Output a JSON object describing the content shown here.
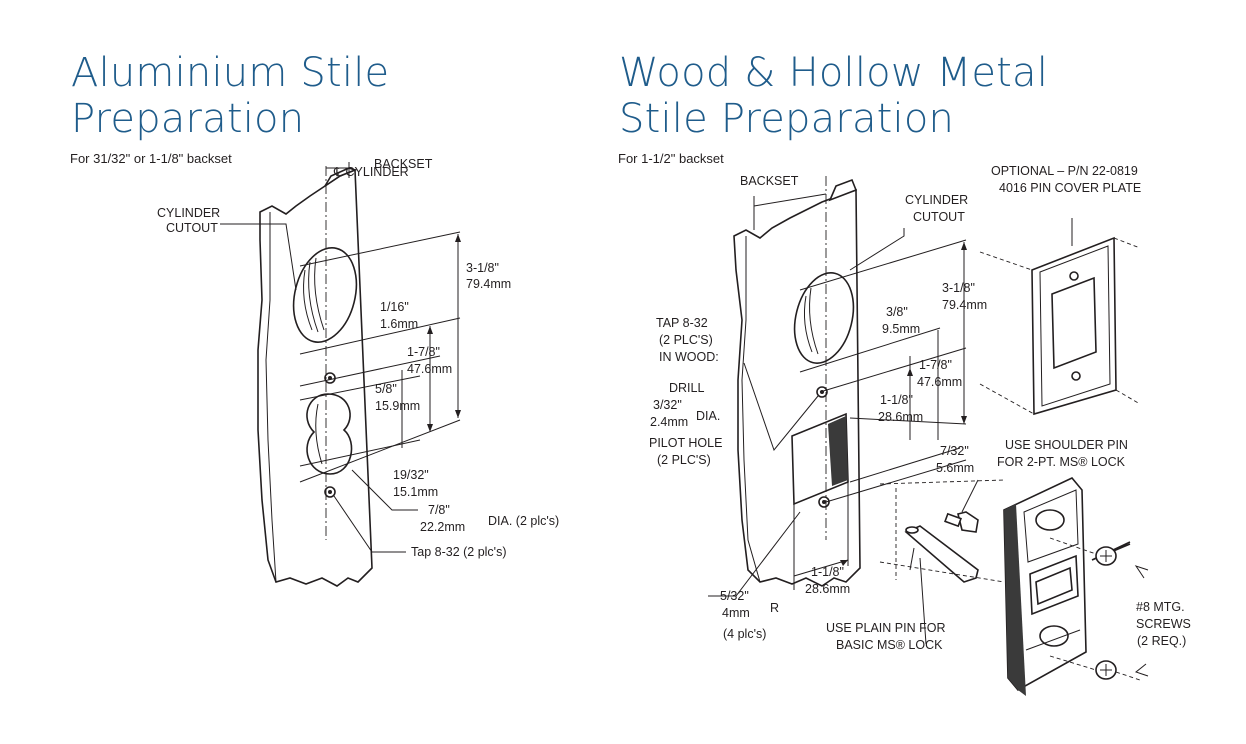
{
  "left": {
    "title_line1": "Aluminium Stile",
    "title_line2": "Preparation",
    "subtitle": "For 31/32\" or 1-1/8\" backset",
    "labels": {
      "cl_cylinder": "℄ CYLINDER",
      "backset": "BACKSET",
      "cylinder": "CYLINDER",
      "cutout": "CUTOUT",
      "d1_in": "3-1/8\"",
      "d1_mm": "79.4mm",
      "d2_in": "1/16\"",
      "d2_mm": "1.6mm",
      "d3_in": "1-7/8\"",
      "d3_mm": "47.6mm",
      "d4_in": "5/8\"",
      "d4_mm": "15.9mm",
      "d5_in": "19/32\"",
      "d5_mm": "15.1mm",
      "d6_in": "7/8\"",
      "d6_mm": "22.2mm",
      "dia": "DIA. (2 plc's)",
      "tap": "Tap 8-32 (2 plc's)"
    }
  },
  "right": {
    "title_line1": "Wood & Hollow Metal",
    "title_line2": "Stile Preparation",
    "subtitle": "For 1-1/2\" backset",
    "labels": {
      "backset": "BACKSET",
      "cylinder": "CYLINDER",
      "cutout": "CUTOUT",
      "optional1": "OPTIONAL – P/N 22-0819",
      "optional2": "4016 PIN COVER PLATE",
      "d1_in": "3-1/8\"",
      "d1_mm": "79.4mm",
      "d2_in": "3/8\"",
      "d2_mm": "9.5mm",
      "d3_in": "1-7/8\"",
      "d3_mm": "47.6mm",
      "d4_in": "1-1/8\"",
      "d4_mm": "28.6mm",
      "d5_in": "7/32\"",
      "d5_mm": "5.6mm",
      "tap1": "TAP 8-32",
      "tap2": "(2 PLC'S)",
      "tap3": "IN WOOD:",
      "drill": "DRILL",
      "drill_in": "3/32\"",
      "drill_mm": "2.4mm",
      "dia": "DIA.",
      "pilot1": "PILOT HOLE",
      "pilot2": "(2 PLC'S)",
      "shoulder1": "USE SHOULDER PIN",
      "shoulder2": "FOR 2-PT. MS® LOCK",
      "bottom_in": "1-1/8\"",
      "bottom_mm": "28.6mm",
      "radius_in": "5/32\"",
      "radius_mm": "4mm",
      "radius_r": "R",
      "radius_plc": "(4 plc's)",
      "plain1": "USE PLAIN PIN FOR",
      "plain2": "BASIC MS® LOCK",
      "screws1": "#8 MTG.",
      "screws2": "SCREWS",
      "screws3": "(2 REQ.)"
    }
  },
  "colors": {
    "title": "#1f5c8b",
    "ink": "#231f20"
  }
}
